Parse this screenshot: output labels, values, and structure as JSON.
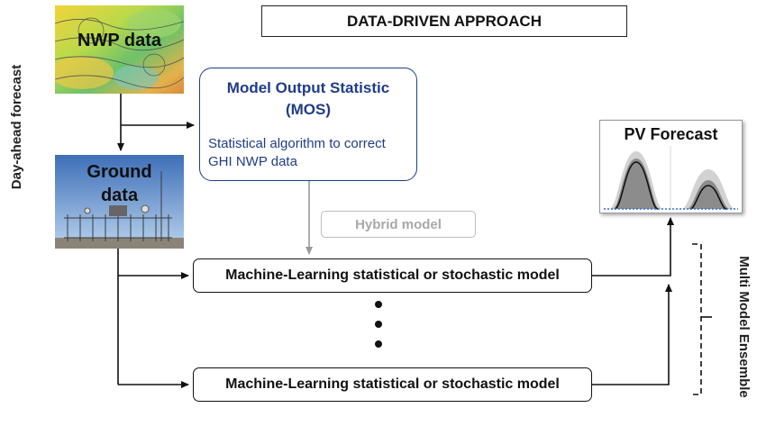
{
  "header": {
    "title": "DATA-DRIVEN APPROACH"
  },
  "side_labels": {
    "left": "Day-ahead forecast",
    "right": "Multi Model Ensemble"
  },
  "inputs": {
    "nwp_label": "NWP data",
    "ground_label_line1": "Ground",
    "ground_label_line2": "data"
  },
  "mos": {
    "title_line1": "Model Output Statistic",
    "title_line2": "(MOS)",
    "desc_line1": "Statistical algorithm to correct",
    "desc_line2": "GHI NWP data"
  },
  "hybrid_label": "Hybrid model",
  "ml_models": [
    "Machine-Learning  statistical or stochastic model",
    "Machine-Learning  statistical or stochastic model"
  ],
  "output": {
    "label": "PV Forecast"
  },
  "colors": {
    "mos_blue": "#1f3c88",
    "hybrid_gray": "#a8a8a8",
    "line": "#111111"
  },
  "icons": {
    "nwp_image": "weather-map-image",
    "ground_image": "ground-station-photo",
    "pv_chart": "pv-forecast-plot-image"
  }
}
